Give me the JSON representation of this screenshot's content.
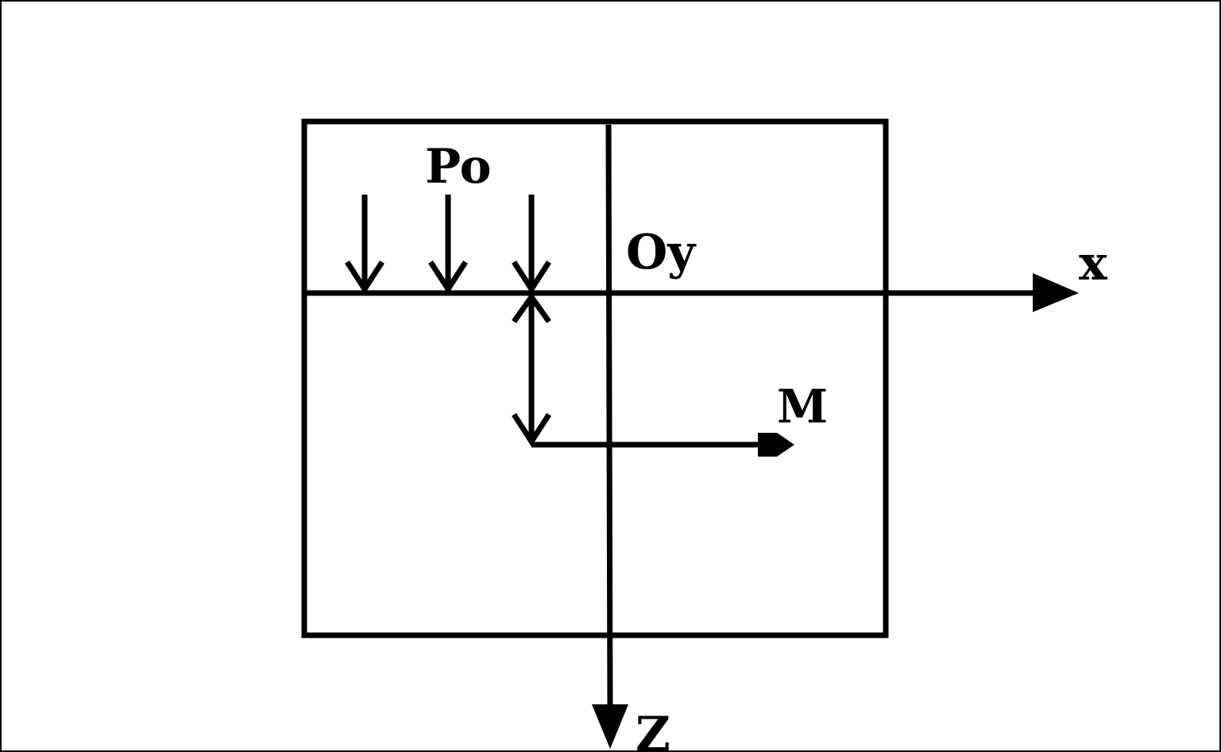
{
  "labels": {
    "load": "Po",
    "origin": "Oy",
    "x_axis": "x",
    "z_axis": "Z",
    "point": "M"
  },
  "colors": {
    "stroke": "#000000",
    "background": "#ffffff"
  }
}
